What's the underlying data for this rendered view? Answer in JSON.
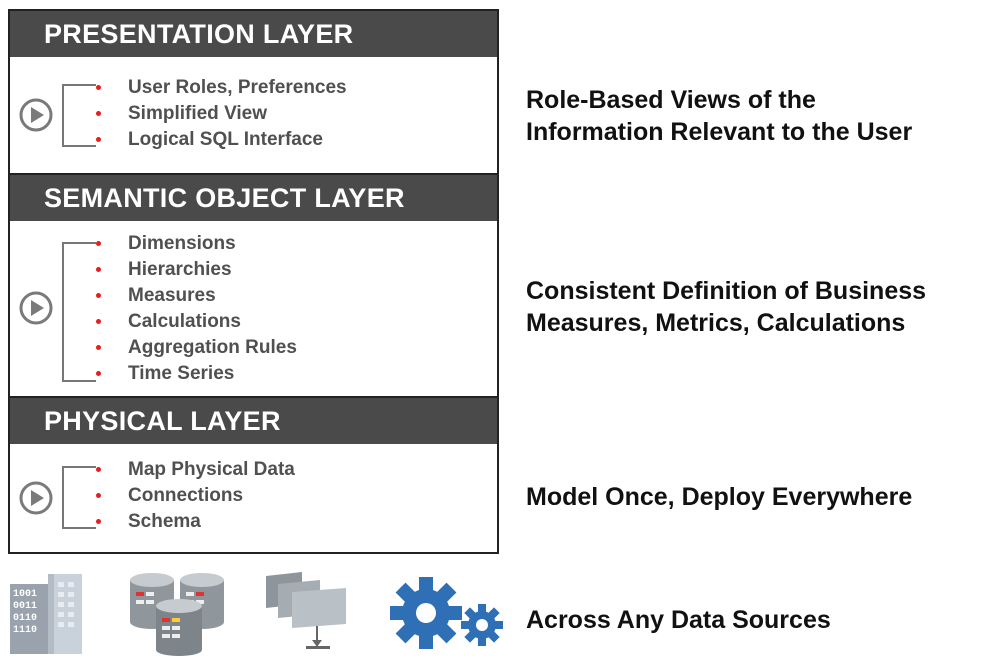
{
  "layers": [
    {
      "title": "PRESENTATION LAYER",
      "items": [
        "User Roles, Preferences",
        "Simplified View",
        "Logical SQL Interface"
      ],
      "caption": [
        "Role-Based Views of the",
        "Information Relevant to the User"
      ]
    },
    {
      "title": "SEMANTIC OBJECT LAYER",
      "items": [
        "Dimensions",
        "Hierarchies",
        "Measures",
        "Calculations",
        "Aggregation Rules",
        "Time Series"
      ],
      "caption": [
        "Consistent Definition of Business",
        "Measures, Metrics, Calculations"
      ]
    },
    {
      "title": "PHYSICAL LAYER",
      "items": [
        "Map Physical Data",
        "Connections",
        "Schema"
      ],
      "caption": [
        "Model Once, Deploy Everywhere"
      ]
    }
  ],
  "bottom": {
    "caption": "Across Any Data Sources",
    "icons": [
      "building-data-icon",
      "database-cylinders-icon",
      "folder-stack-icon",
      "gears-icon"
    ],
    "binary_text": [
      "1001",
      "0011",
      "0110",
      "1110"
    ]
  },
  "colors": {
    "header_bg": "#4a4a4a",
    "header_text": "#ffffff",
    "bullet": "#e41f1f",
    "item_text": "#505050",
    "gear_blue": "#2e6fb5"
  }
}
